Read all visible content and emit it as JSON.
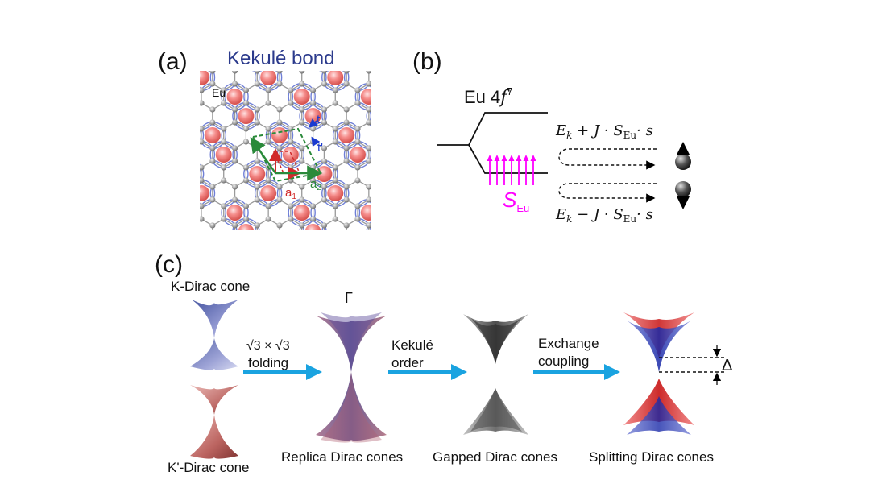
{
  "panel_a": {
    "label": "(a)",
    "title": "Kekulé bond",
    "eu_label": "Eu",
    "t_label": "t",
    "tprime_label": "t'",
    "a1_label": "a",
    "a1_sub": "1",
    "a2_label": "a",
    "a2_sub": "2"
  },
  "panel_b": {
    "label": "(b)",
    "level_label": "Eu 4",
    "level_f": "f",
    "level_sup": "7",
    "s_label": "S",
    "s_sub": "Eu",
    "energy_up": "E",
    "energy_up_k": "k",
    "energy_up_rest": " + J · S",
    "energy_up_eu": "Eu",
    "energy_up_end": "· s",
    "energy_dn": "E",
    "energy_dn_k": "k",
    "energy_dn_rest": " − J · S",
    "energy_dn_eu": "Eu",
    "energy_dn_end": "· s"
  },
  "panel_c": {
    "label": "(c)",
    "k_cone": "K-Dirac cone",
    "kp_cone": "K'-Dirac cone",
    "gamma": "Γ",
    "fold_1": "√3 × √3",
    "fold_2": "folding",
    "kek_1": "Kekulé",
    "kek_2": "order",
    "exch_1": "Exchange",
    "exch_2": "coupling",
    "delta": "Δ",
    "replica": "Replica Dirac cones",
    "gapped": "Gapped Dirac cones",
    "splitting": "Splitting Dirac cones"
  },
  "colors": {
    "title_blue": "#2b3a8c",
    "eu_red": "#e8706c",
    "carbon_gray": "#8a8a8a",
    "bond_blue": "#6f7fd6",
    "spin_magenta": "#ff00ff",
    "arrow_blue": "#1aa3e0",
    "green": "#2a8a3a",
    "red": "#d12a2a"
  }
}
